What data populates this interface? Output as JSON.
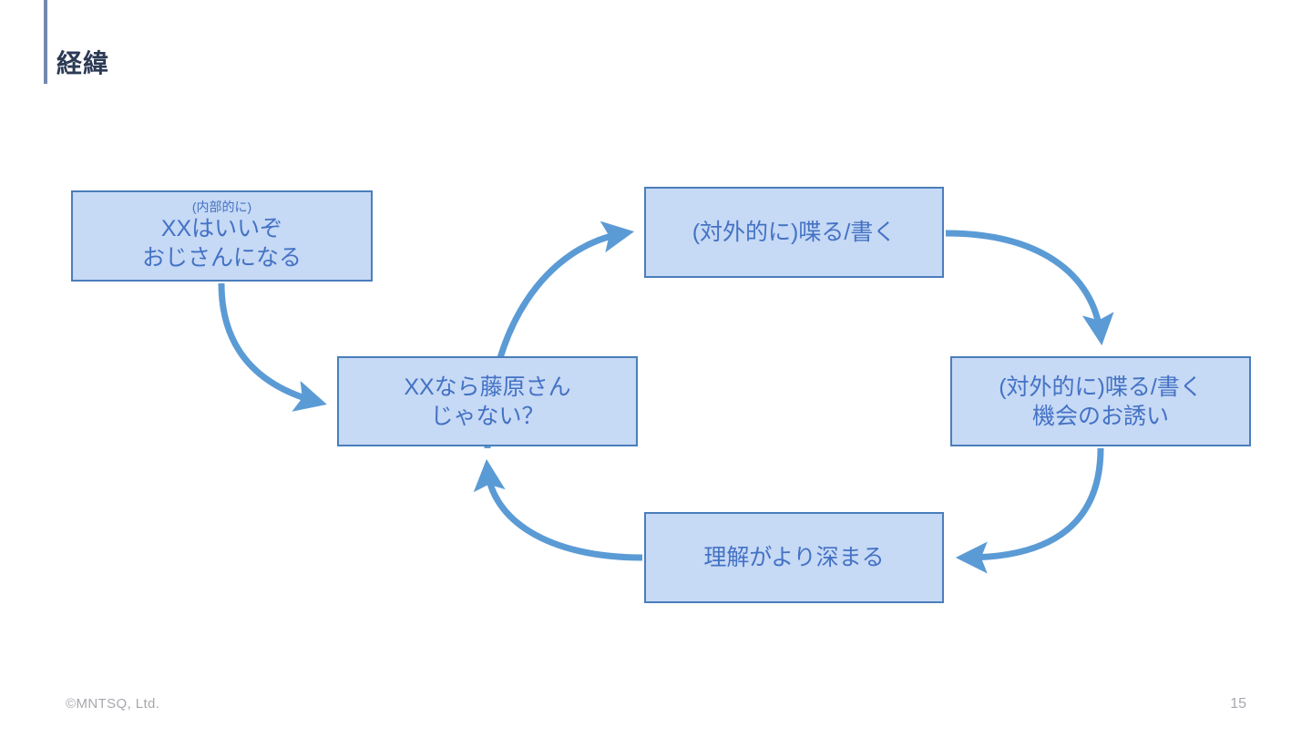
{
  "slide": {
    "title": "経緯",
    "accent_color": "#7488ae",
    "background_color": "#ffffff"
  },
  "diagram": {
    "node_fill_color": "#c6d9f5",
    "node_border_color": "#4a7ebb",
    "node_text_color": "#4472c4",
    "arrow_color": "#5b9bd5",
    "nodes": [
      {
        "id": "internal",
        "small_line": "(内部的に)",
        "line1": "XXはいいぞ",
        "line2": "おじさんになる"
      },
      {
        "id": "ask",
        "line1": "XXなら藤原さん",
        "line2": "じゃない？"
      },
      {
        "id": "speak",
        "line1": "(対外的に)喋る/書く"
      },
      {
        "id": "invite",
        "line1": "(対外的に)喋る/書く",
        "line2": "機会のお誘い"
      },
      {
        "id": "deepen",
        "line1": "理解がより深まる"
      }
    ],
    "arrows": [
      {
        "id": "internal-to-ask",
        "from": "internal",
        "to": "ask"
      },
      {
        "id": "ask-to-speak",
        "from": "ask",
        "to": "speak"
      },
      {
        "id": "speak-to-invite",
        "from": "speak",
        "to": "invite"
      },
      {
        "id": "invite-to-deepen",
        "from": "invite",
        "to": "deepen"
      },
      {
        "id": "deepen-to-ask",
        "from": "deepen",
        "to": "ask"
      }
    ]
  },
  "footer": {
    "copyright": "©MNTSQ, Ltd.",
    "page_number": "15"
  }
}
